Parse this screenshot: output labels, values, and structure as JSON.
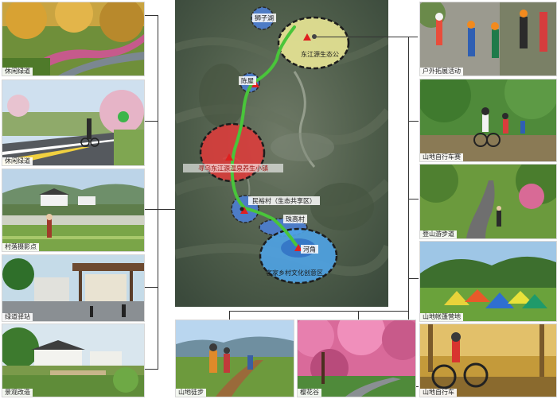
{
  "map": {
    "labels": {
      "lake": "狮子湖",
      "park": "东江源生态公",
      "village1": "陈屋",
      "town": "寻乌东江源温泉养生小镇",
      "hub": "民裕村（生态共享区）",
      "village2": "珠高村",
      "village3": "河角",
      "culture": "客家乡村文化创意区"
    }
  },
  "photos": {
    "left": [
      {
        "label": "休闲绿道"
      },
      {
        "label": "休闲绿道"
      },
      {
        "label": "村落摄影点"
      },
      {
        "label": "绿道驿站"
      },
      {
        "label": "景观改造"
      }
    ],
    "right": [
      {
        "label": "户外拓展活动"
      },
      {
        "label": "山地自行车赛"
      },
      {
        "label": "登山游步道"
      },
      {
        "label": "山地帐篷营地"
      },
      {
        "label": "山地自行车"
      }
    ],
    "bottom": [
      {
        "label": "山地徒步"
      },
      {
        "label": "樱花谷"
      }
    ]
  },
  "colors": {
    "route": "#49c53a",
    "marker": "#e01f1f",
    "zone_yellow": "#f2ee9a",
    "zone_red": "#e23a3a",
    "zone_blue": "#4fa3e6"
  }
}
